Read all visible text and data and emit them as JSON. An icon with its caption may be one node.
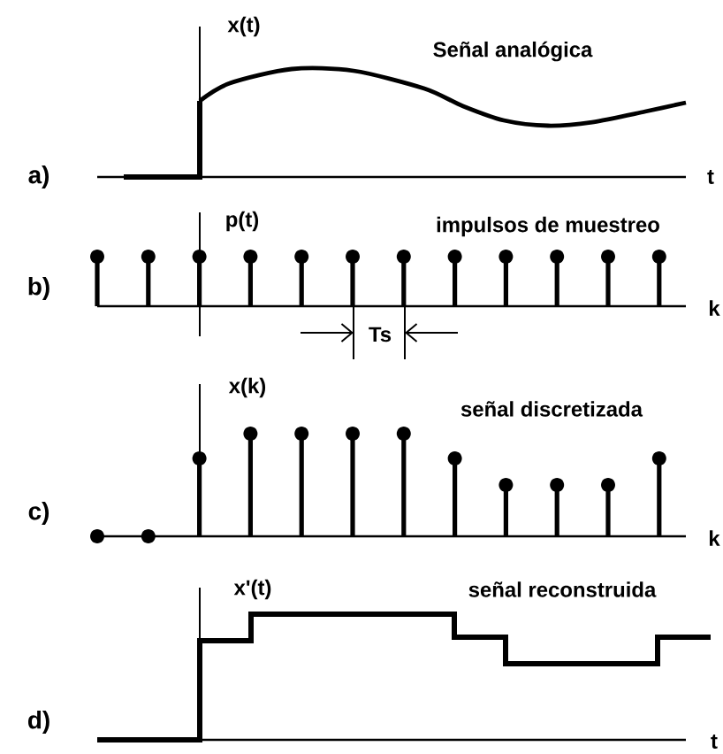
{
  "diagram": {
    "labels": [
      "x(t)",
      "Señal analógica",
      "a)",
      "t",
      "p(t)",
      "impulsos de muestreo",
      "b)",
      "k",
      "Ts",
      "x(k)",
      "señal discretizada",
      "c)",
      "k",
      "x'(t)",
      "señal reconstruida",
      "d)",
      "t"
    ]
  }
}
